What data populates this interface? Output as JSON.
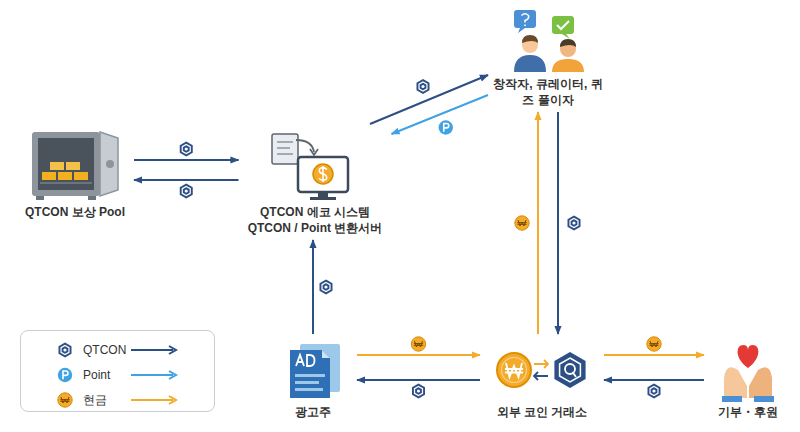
{
  "diagram": {
    "nodes": [
      {
        "text": [
          "QTCON 보상 Pool"
        ]
      },
      {
        "text": [
          "QTCON 에코 시스템 QTCON / Point 변환서버"
        ]
      },
      {
        "text": [
          "창작자, 큐레이터, 퀴즈 풀이자"
        ]
      },
      {
        "text": [
          "광고주"
        ]
      },
      {
        "text": [
          "외부 코인 거래소"
        ]
      },
      {
        "text": [
          "기부・후원"
        ]
      }
    ],
    "edges": [
      {
        "from": 0,
        "to": 1,
        "arrow": "to"
      },
      {
        "from": 1,
        "to": 0,
        "arrow": "to"
      },
      {
        "from": 1,
        "to": 2,
        "arrow": "to"
      },
      {
        "from": 2,
        "to": 1,
        "arrow": "to"
      },
      {
        "from": 4,
        "to": 2,
        "arrow": "to"
      },
      {
        "from": 2,
        "to": 4,
        "arrow": "to"
      },
      {
        "from": 3,
        "to": 1,
        "arrow": "to"
      },
      {
        "from": 3,
        "to": 4,
        "arrow": "to"
      },
      {
        "from": 4,
        "to": 3,
        "arrow": "to"
      },
      {
        "from": 4,
        "to": 5,
        "arrow": "to"
      },
      {
        "from": 5,
        "to": 4,
        "arrow": "to"
      }
    ],
    "legend": [
      {
        "text": "QTCON",
        "color": "#2c4f85"
      },
      {
        "text": "Point",
        "color": "#3fa2e3"
      },
      {
        "text": "현금",
        "color": "#f4aa2a"
      }
    ]
  }
}
